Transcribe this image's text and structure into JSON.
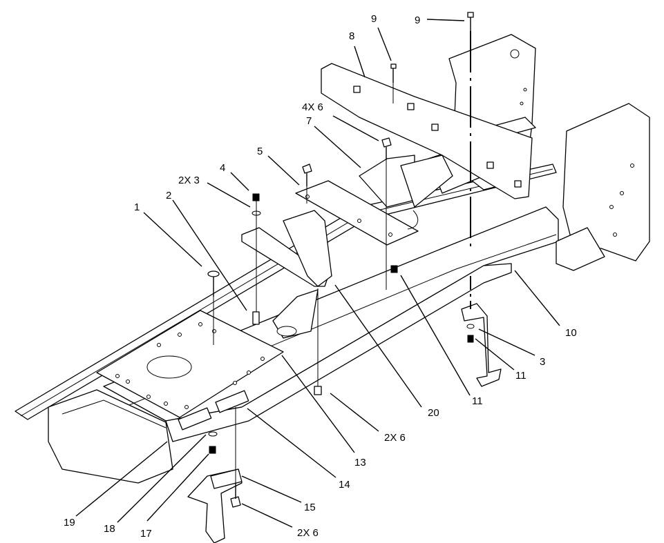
{
  "callouts": [
    {
      "id": "c1",
      "text": "1"
    },
    {
      "id": "c2",
      "text": "2"
    },
    {
      "id": "c2x3",
      "text": "2X 3"
    },
    {
      "id": "c4",
      "text": "4"
    },
    {
      "id": "c5",
      "text": "5"
    },
    {
      "id": "c7",
      "text": "7"
    },
    {
      "id": "c4x6",
      "text": "4X 6"
    },
    {
      "id": "c8",
      "text": "8"
    },
    {
      "id": "c9a",
      "text": "9"
    },
    {
      "id": "c9b",
      "text": "9"
    },
    {
      "id": "c10",
      "text": "10"
    },
    {
      "id": "c3",
      "text": "3"
    },
    {
      "id": "c11a",
      "text": "11"
    },
    {
      "id": "c11b",
      "text": "11"
    },
    {
      "id": "c20",
      "text": "20"
    },
    {
      "id": "c2x6a",
      "text": "2X 6"
    },
    {
      "id": "c13",
      "text": "13"
    },
    {
      "id": "c14",
      "text": "14"
    },
    {
      "id": "c15",
      "text": "15"
    },
    {
      "id": "c2x6b",
      "text": "2X 6"
    },
    {
      "id": "c17",
      "text": "17"
    },
    {
      "id": "c18",
      "text": "18"
    },
    {
      "id": "c19",
      "text": "19"
    }
  ]
}
